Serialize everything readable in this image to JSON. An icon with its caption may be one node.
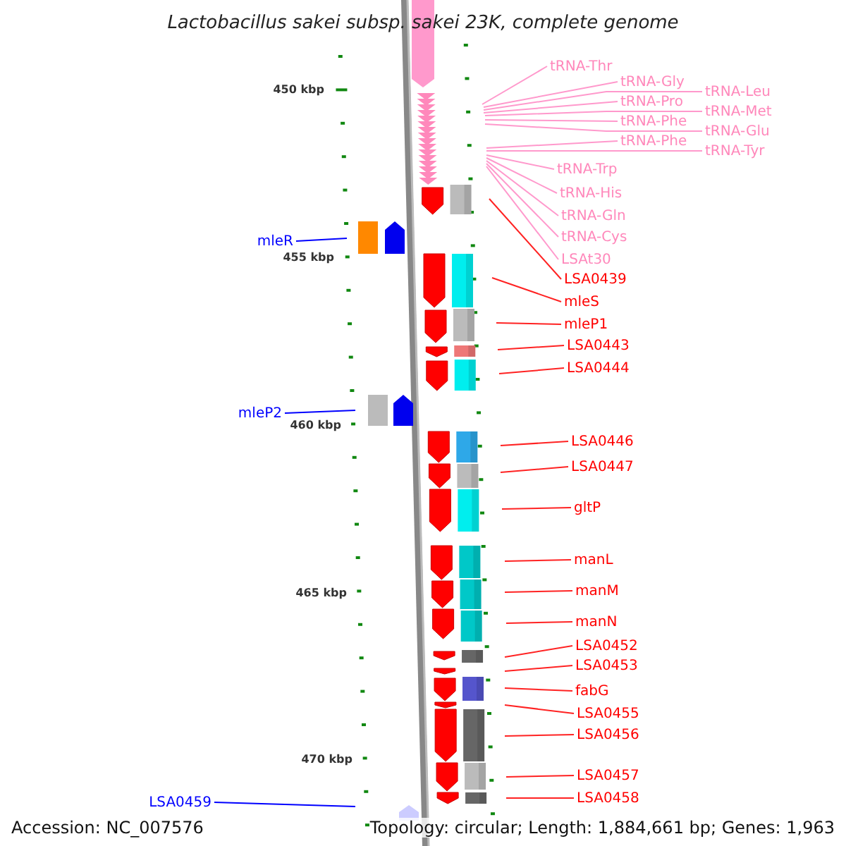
{
  "diagram": {
    "title": "Lactobacillus sakei subsp. sakei 23K, complete genome",
    "nodes": [
      {
        "text": [
          "tRNA-Thr"
        ]
      },
      {
        "text": [
          "tRNA-Gly"
        ]
      },
      {
        "text": [
          "tRNA-Leu"
        ]
      },
      {
        "text": [
          "tRNA-Pro"
        ]
      },
      {
        "text": [
          "tRNA-Met"
        ]
      },
      {
        "text": [
          "tRNA-Phe"
        ]
      },
      {
        "text": [
          "tRNA-Glu"
        ]
      },
      {
        "text": [
          "tRNA-Phe"
        ]
      },
      {
        "text": [
          "tRNA-Tyr"
        ]
      },
      {
        "text": [
          "tRNA-Trp"
        ]
      },
      {
        "text": [
          "tRNA-His"
        ]
      },
      {
        "text": [
          "tRNA-Gln"
        ]
      },
      {
        "text": [
          "tRNA-Cys"
        ]
      },
      {
        "text": [
          "mleR"
        ]
      },
      {
        "text": [
          "LSAt30"
        ]
      },
      {
        "text": [
          "LSA0439"
        ]
      },
      {
        "text": [
          "mleS"
        ]
      },
      {
        "text": [
          "mleP1"
        ]
      },
      {
        "text": [
          "LSA0443"
        ]
      },
      {
        "text": [
          "LSA0444"
        ]
      },
      {
        "text": [
          "mleP2"
        ]
      },
      {
        "text": [
          "LSA0446"
        ]
      },
      {
        "text": [
          "LSA0447"
        ]
      },
      {
        "text": [
          "gltP"
        ]
      },
      {
        "text": [
          "manL"
        ]
      },
      {
        "text": [
          "manM"
        ]
      },
      {
        "text": [
          "manN"
        ]
      },
      {
        "text": [
          "LSA0452"
        ]
      },
      {
        "text": [
          "LSA0453"
        ]
      },
      {
        "text": [
          "fabG"
        ]
      },
      {
        "text": [
          "LSA0455"
        ]
      },
      {
        "text": [
          "LSA0456"
        ]
      },
      {
        "text": [
          "LSA0457"
        ]
      },
      {
        "text": [
          "LSA0458"
        ]
      },
      {
        "text": [
          "LSA0459"
        ]
      }
    ],
    "edges": [
      {
        "from": 0,
        "to": null,
        "arrow": "none",
        "color": "#ff99cc"
      },
      {
        "from": 1,
        "to": null,
        "arrow": "none",
        "color": "#ff99cc"
      },
      {
        "from": 2,
        "to": null,
        "arrow": "none",
        "color": "#ff99cc"
      },
      {
        "from": 3,
        "to": null,
        "arrow": "none",
        "color": "#ff99cc"
      },
      {
        "from": 4,
        "to": null,
        "arrow": "none",
        "color": "#ff99cc"
      },
      {
        "from": 5,
        "to": null,
        "arrow": "none",
        "color": "#ff99cc"
      },
      {
        "from": 6,
        "to": null,
        "arrow": "none",
        "color": "#ff99cc"
      },
      {
        "from": 7,
        "to": null,
        "arrow": "none",
        "color": "#ff99cc"
      },
      {
        "from": 8,
        "to": null,
        "arrow": "none",
        "color": "#ff99cc"
      },
      {
        "from": 9,
        "to": null,
        "arrow": "none",
        "color": "#ff99cc"
      },
      {
        "from": 10,
        "to": null,
        "arrow": "none",
        "color": "#ff99cc"
      },
      {
        "from": 11,
        "to": null,
        "arrow": "none",
        "color": "#ff99cc"
      },
      {
        "from": 12,
        "to": null,
        "arrow": "none",
        "color": "#ff99cc"
      },
      {
        "from": 13,
        "to": null,
        "arrow": "none",
        "color": "#0000ff"
      },
      {
        "from": 14,
        "to": null,
        "arrow": "none",
        "color": "#ff99cc"
      },
      {
        "from": 15,
        "to": null,
        "arrow": "none"
      },
      {
        "from": 16,
        "to": null,
        "arrow": "none"
      },
      {
        "from": 17,
        "to": null,
        "arrow": "none"
      },
      {
        "from": 18,
        "to": null,
        "arrow": "none"
      },
      {
        "from": 19,
        "to": null,
        "arrow": "none"
      },
      {
        "from": 20,
        "to": null,
        "arrow": "none",
        "color": "#0000ff"
      },
      {
        "from": 21,
        "to": null,
        "arrow": "none"
      },
      {
        "from": 22,
        "to": null,
        "arrow": "none"
      },
      {
        "from": 23,
        "to": null,
        "arrow": "none"
      },
      {
        "from": 24,
        "to": null,
        "arrow": "none"
      },
      {
        "from": 25,
        "to": null,
        "arrow": "none"
      },
      {
        "from": 26,
        "to": null,
        "arrow": "none"
      },
      {
        "from": 27,
        "to": null,
        "arrow": "none"
      },
      {
        "from": 28,
        "to": null,
        "arrow": "none"
      },
      {
        "from": 29,
        "to": null,
        "arrow": "none"
      },
      {
        "from": 30,
        "to": null,
        "arrow": "none"
      },
      {
        "from": 31,
        "to": null,
        "arrow": "none"
      },
      {
        "from": 32,
        "to": null,
        "arrow": "none"
      },
      {
        "from": 33,
        "to": null,
        "arrow": "none"
      },
      {
        "from": 34,
        "to": null,
        "arrow": "none",
        "color": "#0000ff"
      }
    ],
    "labels": [
      "450 kbp",
      "455 kbp",
      "460 kbp",
      "465 kbp",
      "470 kbp",
      "Accession: NC_007576",
      "Topology: circular; Length: 1,884,661 bp; Genes: 1,963"
    ]
  }
}
